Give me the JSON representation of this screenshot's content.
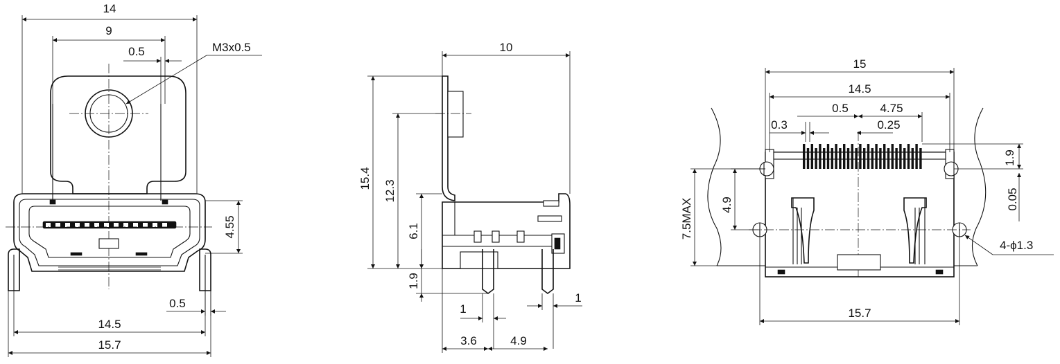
{
  "views": {
    "front": {
      "dims": {
        "d14": "14",
        "d9": "9",
        "d05_top": "0.5",
        "thread": "M3x0.5",
        "d455": "4.55",
        "d05_bottom": "0.5",
        "d145": "14.5",
        "d157": "15.7"
      }
    },
    "side": {
      "dims": {
        "d10": "10",
        "d154": "15.4",
        "d123": "12.3",
        "d61": "6.1",
        "d19": "1.9",
        "d1_left": "1",
        "d1_right": "1",
        "d36": "3.6",
        "d49": "4.9"
      }
    },
    "bottom": {
      "dims": {
        "d15": "15",
        "d145": "14.5",
        "d05": "0.5",
        "d475": "4.75",
        "d03": "0.3",
        "d025": "0.25",
        "d19": "1.9",
        "d005": "0.05",
        "d49": "4.9",
        "d75max": "7.5MAX",
        "holes": "4-ϕ1.3",
        "d157": "15.7"
      }
    }
  }
}
